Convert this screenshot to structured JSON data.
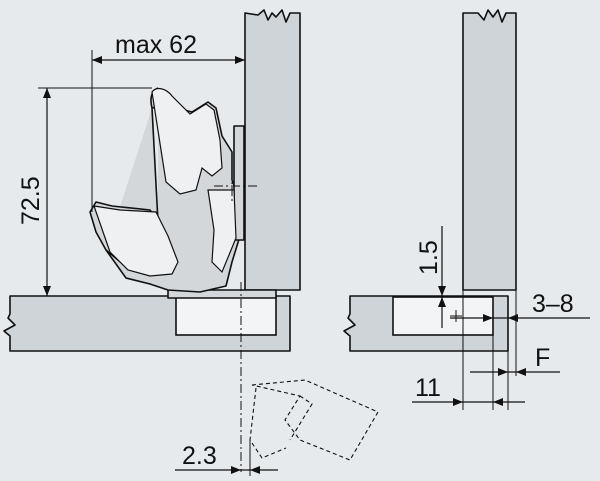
{
  "dimensions": {
    "max_62": "max 62",
    "height_72_5": "72.5",
    "offset_2_3": "2.3",
    "depth_1_5": "1.5",
    "range_3_8": "3–8",
    "offset_11": "11",
    "label_F": "F"
  },
  "colors": {
    "background": "#e6eaed",
    "panel": "#cfd4d8",
    "cup": "#f3f4f5",
    "line": "#111111"
  }
}
